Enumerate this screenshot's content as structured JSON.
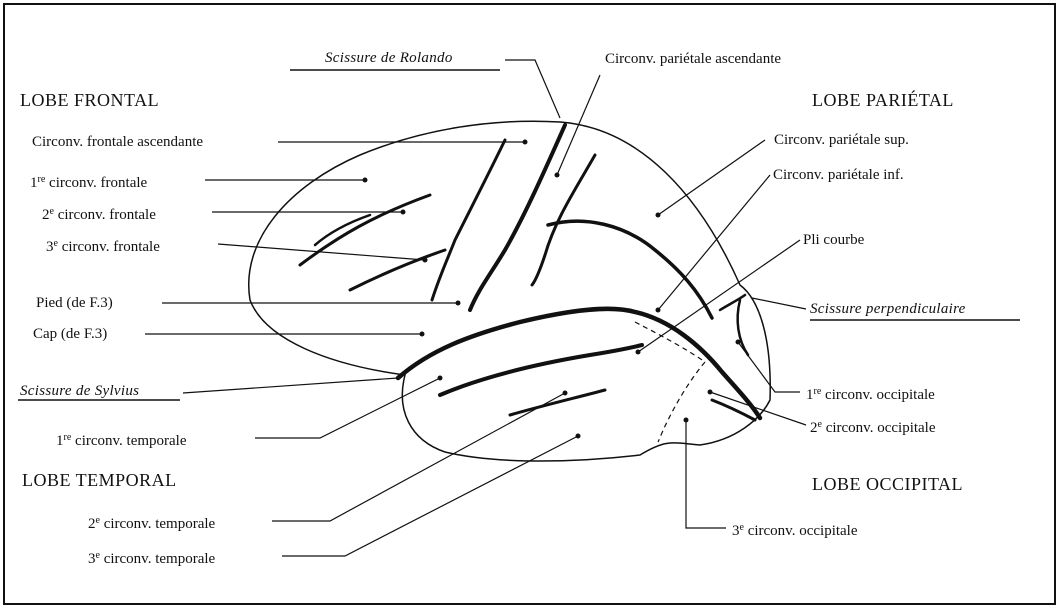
{
  "lobes": {
    "frontal": "LOBE FRONTAL",
    "parietal": "LOBE PARIÉTAL",
    "temporal": "LOBE TEMPORAL",
    "occipital": "LOBE OCCIPITAL"
  },
  "fissures": {
    "rolando": "Scissure de Rolando",
    "sylvius": "Scissure de Sylvius",
    "perpendiculaire": "Scissure perpendiculaire"
  },
  "labels": {
    "frontale_ascendante": "Circonv. frontale ascendante",
    "f1": {
      "num": "1",
      "sup": "re",
      "text": " circonv. frontale"
    },
    "f2": {
      "num": "2",
      "sup": "e",
      "text": " circonv. frontale"
    },
    "f3": {
      "num": "3",
      "sup": "e",
      "text": " circonv. frontale"
    },
    "pied": "Pied (de F.3)",
    "cap": "Cap (de F.3)",
    "t1": {
      "num": "1",
      "sup": "re",
      "text": " circonv. temporale"
    },
    "t2": {
      "num": "2",
      "sup": "e",
      "text": " circonv. temporale"
    },
    "t3": {
      "num": "3",
      "sup": "e",
      "text": " circonv. temporale"
    },
    "parietale_ascendante": "Circonv. pariétale ascendante",
    "parietale_sup": "Circonv. pariétale sup.",
    "parietale_inf": "Circonv. pariétale inf.",
    "pli_courbe": "Pli courbe",
    "o1": {
      "num": "1",
      "sup": "re",
      "text": " circonv. occipitale"
    },
    "o2": {
      "num": "2",
      "sup": "e",
      "text": " circonv. occipitale"
    },
    "o3": {
      "num": "3",
      "sup": "e",
      "text": " circonv. occipitale"
    }
  }
}
